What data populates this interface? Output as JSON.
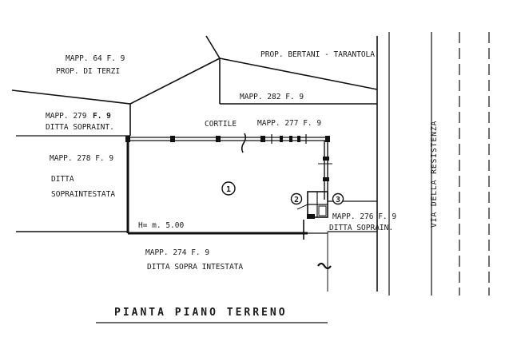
{
  "labels": {
    "mapp64": "MAPP. 64  F. 9",
    "prop_terzi": "PROP. DI TERZI",
    "prop_bertani": "PROP. BERTANI - TARANTOLA",
    "mapp282": "MAPP. 282 F. 9",
    "mapp279": "MAPP. 279",
    "mapp279_f": "F. 9",
    "ditta_sopraint": "DITTA SOPRAINT.",
    "cortile": "CORTILE",
    "mapp277": "MAPP. 277  F. 9",
    "mapp278": "MAPP. 278 F. 9",
    "ditta": "DITTA",
    "sopraintestata": "SOPRAINTESTATA",
    "height": "H= m. 5.00",
    "mapp276": "MAPP. 276 F. 9",
    "ditta_soprain": "DITTA SOPRAIN.",
    "mapp274": "MAPP. 274   F. 9",
    "ditta_sopra_intestata": "DITTA  SOPRA INTESTATA",
    "via": "VIA   DELLA   RESISTENZA"
  },
  "rooms": [
    "1",
    "2",
    "3"
  ],
  "title": "PIANTA  PIANO  TERRENO"
}
